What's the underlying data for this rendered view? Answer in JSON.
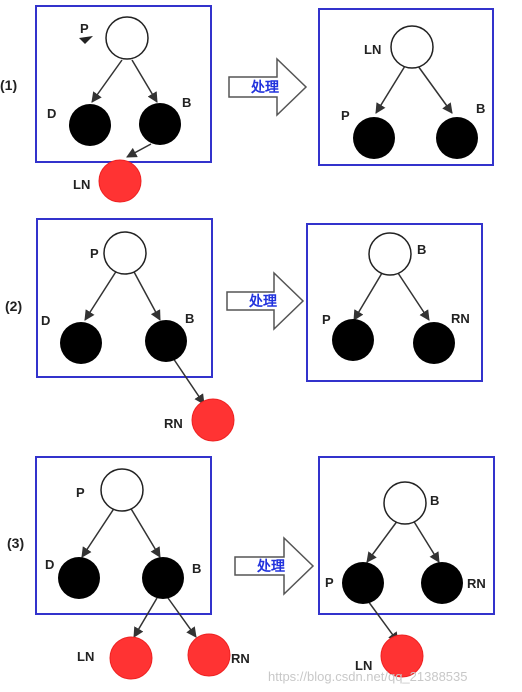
{
  "cases": [
    {
      "label": "(1)",
      "arrow_text": "处理",
      "before": {
        "nodes": [
          "P",
          "D",
          "B",
          "LN"
        ]
      },
      "after": {
        "nodes": [
          "LN",
          "P",
          "B"
        ]
      }
    },
    {
      "label": "(2)",
      "arrow_text": "处理",
      "before": {
        "nodes": [
          "P",
          "D",
          "B",
          "RN"
        ]
      },
      "after": {
        "nodes": [
          "B",
          "P",
          "RN"
        ]
      }
    },
    {
      "label": "(3)",
      "arrow_text": "处理",
      "before": {
        "nodes": [
          "P",
          "D",
          "B",
          "LN",
          "RN"
        ]
      },
      "after": {
        "nodes": [
          "B",
          "P",
          "RN",
          "LN"
        ]
      }
    }
  ],
  "colors": {
    "frame": "#3333cc",
    "black_node": "#000000",
    "red_node": "#ff3333",
    "white_node": "#ffffff",
    "edge": "#333333",
    "arrow_text": "#2233dd"
  },
  "watermark": "https://blog.csdn.net/qq_21388535"
}
